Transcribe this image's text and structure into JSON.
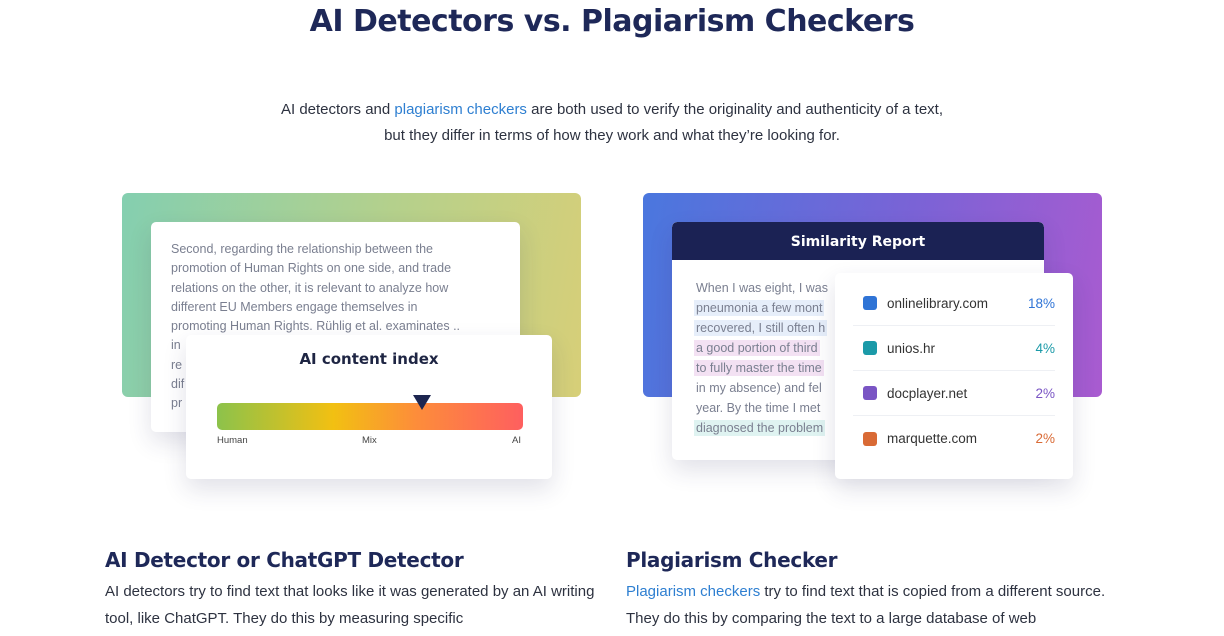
{
  "title": "AI Detectors vs. Plagiarism Checkers",
  "intro": {
    "pre": "AI detectors and ",
    "link": "plagiarism checkers",
    "post": " are both used to verify the originality and authenticity of a text, but they differ in terms of how they work and what they’re looking for."
  },
  "ai_card": {
    "text_lines": [
      "Second, regarding the relationship between the",
      "promotion of Human Rights on one side, and trade",
      "relations on the other, it is relevant to analyze how",
      "different EU Members engage themselves in",
      "promoting Human Rights. Rühlig et al. examinates ..",
      "in",
      "re",
      "dif",
      "pr"
    ],
    "index_title": "AI content index",
    "labels": [
      "Human",
      "Mix",
      "AI"
    ],
    "marker_value": 0.67
  },
  "similarity": {
    "title": "Similarity Report",
    "text_lines": [
      "When I was eight, I was",
      "pneumonia a few mont",
      "recovered, I still often h",
      "a good portion of third",
      "to fully master the time",
      "in my absence) and fel",
      "year. By the time I met",
      "diagnosed the problem"
    ],
    "sources": [
      {
        "name": "onlinelibrary.com",
        "pct": "18%",
        "color": "#2f74d6"
      },
      {
        "name": "unios.hr",
        "pct": "4%",
        "color": "#1b9aa8"
      },
      {
        "name": "docplayer.net",
        "pct": "2%",
        "color": "#7a55c4"
      },
      {
        "name": "marquette.com",
        "pct": "2%",
        "color": "#d96a35"
      }
    ]
  },
  "left_section": {
    "heading": "AI Detector or ChatGPT Detector",
    "body": "AI detectors try to find text that looks like it was generated by an AI writing tool, like ChatGPT. They do this by measuring specific"
  },
  "right_section": {
    "heading": "Plagiarism Checker",
    "link": "Plagiarism checkers",
    "body": " try to find text that is copied from a different source. They do this by comparing the text to a large database of web"
  }
}
